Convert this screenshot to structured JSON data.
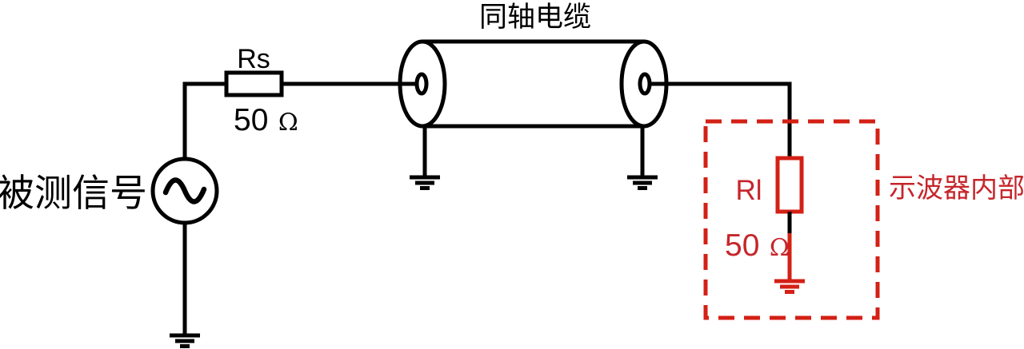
{
  "diagram": {
    "type": "circuit-schematic",
    "labels": {
      "signal_source": "被测信号",
      "coax_cable": "同轴电缆",
      "scope_internal": "示波器内部"
    },
    "components": {
      "source_resistor": {
        "name": "Rs",
        "value": "50",
        "unit": "Ω"
      },
      "load_resistor": {
        "name": "Rl",
        "value": "50",
        "unit": "Ω"
      }
    },
    "icons": {
      "ac_source": "sine-wave-in-circle",
      "ground": "earth-ground-bars",
      "coax": "cylinder-with-center-pins"
    },
    "colors": {
      "wire_black": "#000000",
      "scope_red": "#d42015",
      "red_text": "#c5262b",
      "background": "#ffffff"
    }
  }
}
